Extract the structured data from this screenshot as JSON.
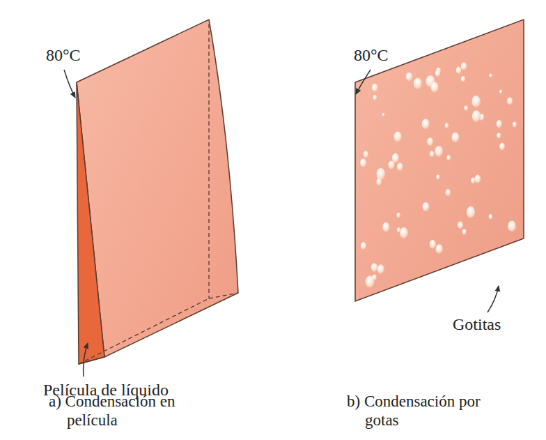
{
  "diagram": {
    "labels": [
      "80°C",
      "Película de líquido",
      "a) Condensación en película",
      "80°C",
      "Gotitas",
      "b) Condensación por gotas"
    ]
  }
}
